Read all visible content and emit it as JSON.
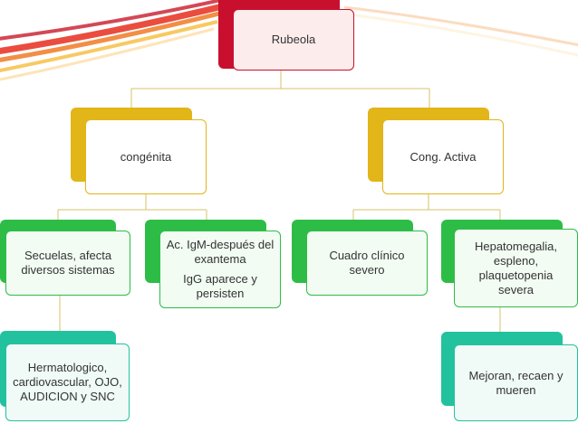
{
  "colors": {
    "root": "#c8102e",
    "level1": "#e2b518",
    "level2": "#2dbd47",
    "level3": "#23c29e",
    "connector": "#d9c26a"
  },
  "nodes": {
    "root": "Rubeola",
    "congenita": "congénita",
    "activa": "Cong. Activa",
    "secuelas": "Secuelas, afecta diversos sistemas",
    "igm": "Ac. IgM-después del exantema",
    "igg": "IgG aparece y persisten",
    "cuadro": "Cuadro clínico severo",
    "hepato": "Hepatomegalia, espleno, plaquetopenia severa",
    "hemato": "Hermatologico, cardiovascular, OJO, AUDICION y SNC",
    "mejoran": "Mejoran, recaen y mueren"
  }
}
